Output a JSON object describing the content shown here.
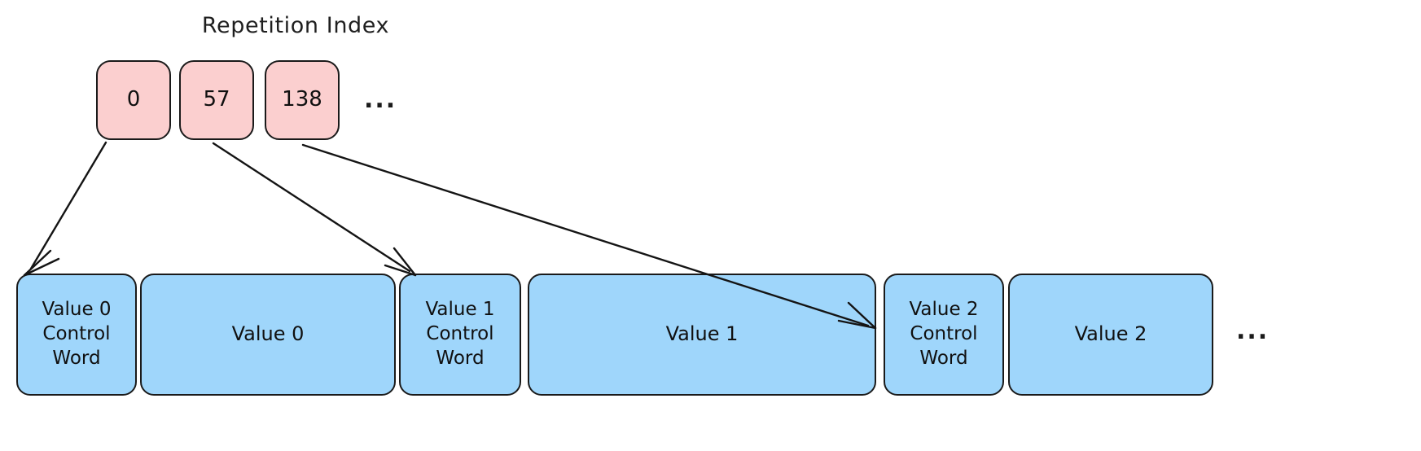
{
  "diagram": {
    "title": "Repetition Index",
    "index_row": {
      "boxes": [
        {
          "label": "0"
        },
        {
          "label": "57"
        },
        {
          "label": "138"
        }
      ],
      "ellipsis": "..."
    },
    "value_row": {
      "boxes": [
        {
          "label": "Value 0\nControl\nWord",
          "kind": "control-word"
        },
        {
          "label": "Value 0",
          "kind": "value"
        },
        {
          "label": "Value 1\nControl\nWord",
          "kind": "control-word"
        },
        {
          "label": "Value 1",
          "kind": "value"
        },
        {
          "label": "Value 2\nControl\nWord",
          "kind": "control-word"
        },
        {
          "label": "Value 2",
          "kind": "value"
        }
      ],
      "ellipsis": "..."
    },
    "arrows": [
      {
        "from": "0",
        "to": "Value 0 Control Word"
      },
      {
        "from": "57",
        "to": "Value 1 Control Word"
      },
      {
        "from": "138",
        "to": "Value 2 Control Word"
      }
    ],
    "colors": {
      "index_fill": "#FBCFCF",
      "value_fill": "#9FD6FB",
      "stroke": "#1A1A1A",
      "background": "#FFFFFF",
      "text": "#101010"
    }
  }
}
